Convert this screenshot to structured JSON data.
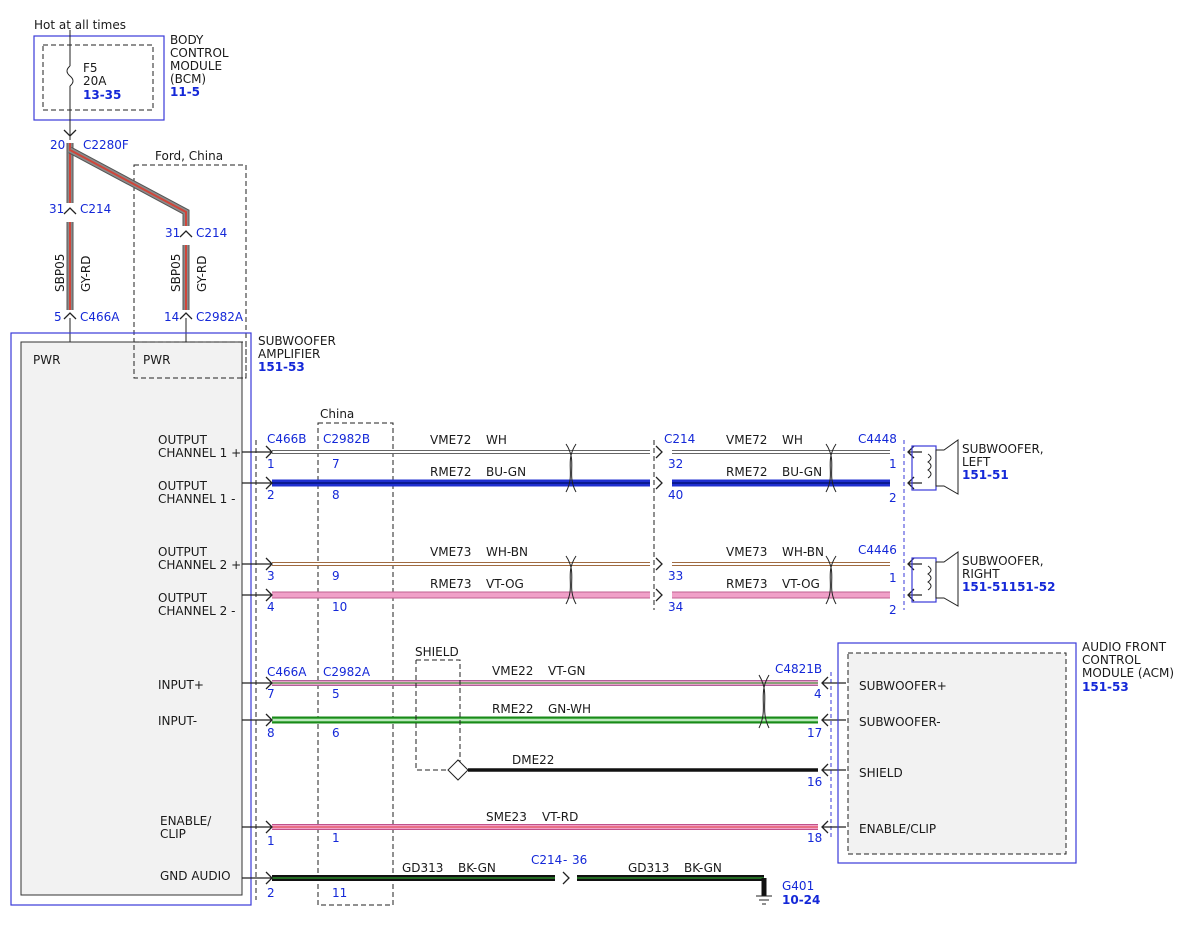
{
  "header": {
    "hot_label": "Hot at all times"
  },
  "bcm": {
    "name_lines": [
      "BODY",
      "CONTROL",
      "MODULE",
      "(BCM)"
    ],
    "ref": "11-5",
    "fuse": {
      "name": "F5",
      "rating": "20A",
      "ref": "13-35"
    }
  },
  "power": {
    "connector_top_pin": "20",
    "connector_top": "C2280F",
    "region_label": "Ford, China",
    "left": {
      "pin": "31",
      "connector": "C214",
      "circuit": "SBP05",
      "color": "GY-RD",
      "amp_pin": "5",
      "amp_connector": "C466A",
      "label": "PWR"
    },
    "right": {
      "pin": "31",
      "connector": "C214",
      "circuit": "SBP05",
      "color": "GY-RD",
      "amp_pin": "14",
      "amp_connector": "C2982A",
      "label": "PWR"
    }
  },
  "amplifier": {
    "name_lines": [
      "SUBWOOFER",
      "AMPLIFIER"
    ],
    "ref": "151-53",
    "region_label": "China",
    "outputs": [
      {
        "label_lines": [
          "OUTPUT",
          "CHANNEL 1 +"
        ]
      },
      {
        "label_lines": [
          "OUTPUT",
          "CHANNEL 1 -"
        ]
      },
      {
        "label_lines": [
          "OUTPUT",
          "CHANNEL 2 +"
        ]
      },
      {
        "label_lines": [
          "OUTPUT",
          "CHANNEL 2 -"
        ]
      }
    ],
    "input_plus": "INPUT+",
    "input_minus": "INPUT-",
    "enable_lines": [
      "ENABLE/",
      "CLIP"
    ],
    "gnd": "GND AUDIO"
  },
  "connectors": {
    "amp_out_a": "C466B",
    "amp_out_b": "C2982B",
    "amp_in_a": "C466A",
    "amp_in_b": "C2982A",
    "inline": "C214",
    "speaker_left": "C4448",
    "speaker_right": "C4446",
    "acm": "C4821B",
    "ground_inline": "C214",
    "ground_inline_pin": "36"
  },
  "wires": {
    "vme72": {
      "circuit": "VME72",
      "color": "WH",
      "pin_a": "1",
      "pin_b": "7",
      "pin_c": "32",
      "pin_d": "1"
    },
    "rme72": {
      "circuit": "RME72",
      "color": "BU-GN",
      "pin_a": "2",
      "pin_b": "8",
      "pin_c": "40",
      "pin_d": "2"
    },
    "vme73": {
      "circuit": "VME73",
      "color": "WH-BN",
      "pin_a": "3",
      "pin_b": "9",
      "pin_c": "33",
      "pin_d": "1"
    },
    "rme73": {
      "circuit": "RME73",
      "color": "VT-OG",
      "pin_a": "4",
      "pin_b": "10",
      "pin_c": "34",
      "pin_d": "2"
    },
    "vme22": {
      "circuit": "VME22",
      "color": "VT-GN",
      "pin_a": "7",
      "pin_b": "5",
      "pin_d": "4"
    },
    "rme22": {
      "circuit": "RME22",
      "color": "GN-WH",
      "pin_a": "8",
      "pin_b": "6",
      "pin_d": "17"
    },
    "dme22": {
      "circuit": "DME22",
      "pin_d": "16"
    },
    "sme23": {
      "circuit": "SME23",
      "color": "VT-RD",
      "pin_a": "1",
      "pin_b": "1",
      "pin_d": "18"
    },
    "gd313": {
      "circuit": "GD313",
      "color": "BK-GN",
      "pin_a": "2",
      "pin_b": "11"
    }
  },
  "shield_label": "SHIELD",
  "speaker_left": {
    "name_lines": [
      "SUBWOOFER,",
      "LEFT"
    ],
    "ref": "151-51"
  },
  "speaker_right": {
    "name_lines": [
      "SUBWOOFER,",
      "RIGHT"
    ],
    "ref": "151-51151-52"
  },
  "acm": {
    "name_lines": [
      "AUDIO FRONT",
      "CONTROL",
      "MODULE (ACM)"
    ],
    "ref": "151-53",
    "pins": [
      "SUBWOOFER+",
      "SUBWOOFER-",
      "SHIELD",
      "ENABLE/CLIP"
    ]
  },
  "ground": {
    "name": "G401",
    "ref": "10-24"
  },
  "wire_colors": {
    "gy_rd_base": "#8a8a8a",
    "gy_rd_stripe": "#d0453a",
    "wh": "#ffffff",
    "bu": "#1f2fd0",
    "bu_stripe": "#1a8a3a",
    "bn": "#c8834f",
    "vt": "#e8a0c8",
    "og": "#f0a040",
    "gn": "#2aa02a",
    "bk": "#111111",
    "rd": "#e04040"
  }
}
